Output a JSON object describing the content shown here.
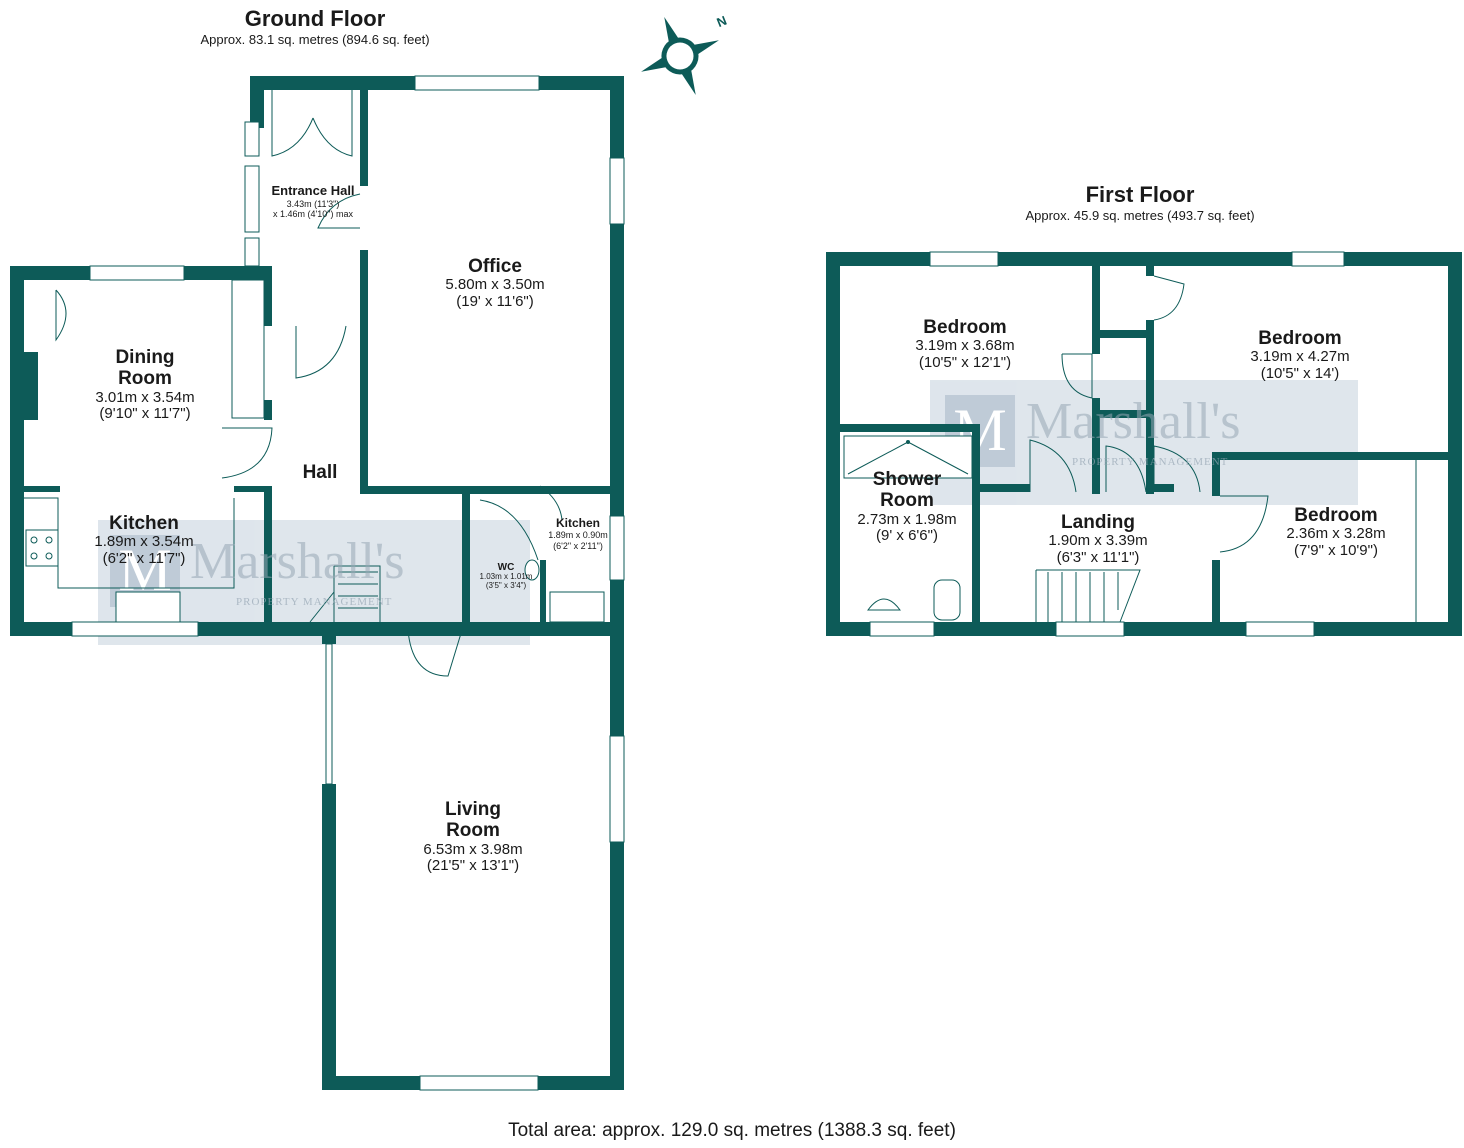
{
  "brand": {
    "watermark_text": "Marshall's",
    "watermark_sub": "PROPERTY MANAGEMENT",
    "wall_color": "#0d5b58"
  },
  "compass": {
    "label": "N"
  },
  "ground_floor": {
    "title": "Ground Floor",
    "area": "Approx. 83.1 sq. metres (894.6 sq. feet)",
    "rooms": [
      {
        "name": "Entrance Hall",
        "dim1": "3.43m (11'3\")",
        "dim2": "x 1.46m (4'10\") max"
      },
      {
        "name": "Office",
        "dim1": "5.80m x 3.50m",
        "dim2": "(19' x 11'6\")"
      },
      {
        "name": "Dining Room",
        "dim1": "3.01m x 3.54m",
        "dim2": "(9'10\" x 11'7\")"
      },
      {
        "name": "Hall",
        "dim1": "",
        "dim2": ""
      },
      {
        "name": "Kitchen",
        "dim1": "1.89m x 3.54m",
        "dim2": "(6'2\" x 11'7\")"
      },
      {
        "name": "Kitchen",
        "dim1": "1.89m x 0.90m",
        "dim2": "(6'2\" x 2'11\")"
      },
      {
        "name": "WC",
        "dim1": "1.03m x 1.01m",
        "dim2": "(3'5\" x 3'4\")"
      },
      {
        "name": "Living Room",
        "dim1": "6.53m x 3.98m",
        "dim2": "(21'5\" x 13'1\")"
      }
    ]
  },
  "first_floor": {
    "title": "First Floor",
    "area": "Approx. 45.9 sq. metres (493.7 sq. feet)",
    "rooms": [
      {
        "name": "Bedroom",
        "dim1": "3.19m x 3.68m",
        "dim2": "(10'5\" x 12'1\")"
      },
      {
        "name": "Bedroom",
        "dim1": "3.19m x 4.27m",
        "dim2": "(10'5\" x 14')"
      },
      {
        "name": "Shower Room",
        "dim1": "2.73m x 1.98m",
        "dim2": "(9' x 6'6\")"
      },
      {
        "name": "Landing",
        "dim1": "1.90m x 3.39m",
        "dim2": "(6'3\" x 11'1\")"
      },
      {
        "name": "Bedroom",
        "dim1": "2.36m x 3.28m",
        "dim2": "(7'9\" x 10'9\")"
      }
    ]
  },
  "total_area": "Total area: approx. 129.0 sq. metres (1388.3 sq. feet)"
}
